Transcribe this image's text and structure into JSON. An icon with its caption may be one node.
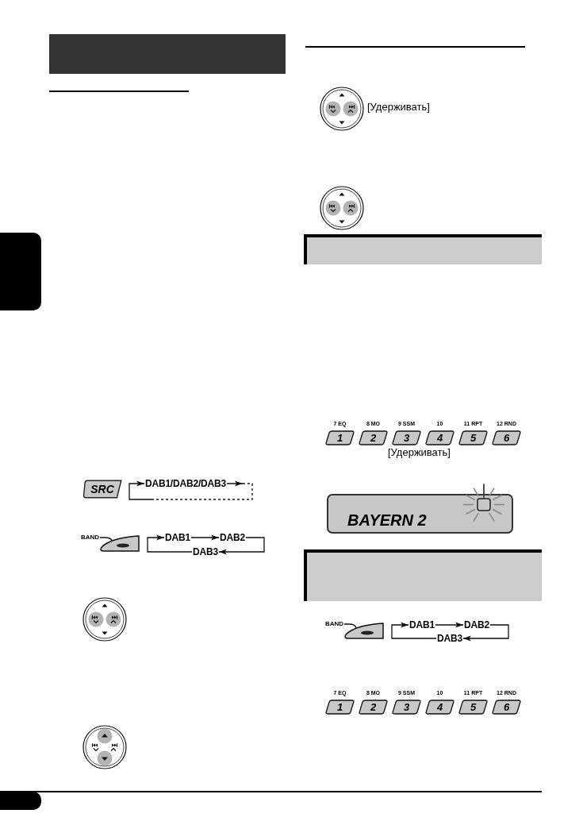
{
  "diagram": {
    "nodes": [
      {
        "text": [],
        "shape": "band"
      },
      {
        "text": [],
        "shape": "tab"
      },
      {
        "text": [
          "SRC"
        ]
      },
      {
        "text": [
          "DAB1/DAB2/DAB3"
        ]
      },
      {
        "text": [
          "BAND"
        ]
      },
      {
        "text": [],
        "shape": "button"
      },
      {
        "text": [
          "DAB1"
        ]
      },
      {
        "text": [
          "DAB2"
        ]
      },
      {
        "text": [
          "DAB3"
        ]
      },
      {
        "text": [],
        "shape": "band"
      },
      {
        "text": [
          "1"
        ],
        "beside": [
          "7 EQ"
        ]
      },
      {
        "text": [
          "2"
        ],
        "beside": [
          "8 MO"
        ]
      },
      {
        "text": [
          "3"
        ],
        "beside": [
          "9 SSM"
        ]
      },
      {
        "text": [
          "4"
        ],
        "beside": [
          "10"
        ]
      },
      {
        "text": [
          "5"
        ],
        "beside": [
          "11 RPT"
        ]
      },
      {
        "text": [
          "6"
        ],
        "beside": [
          "12 RND"
        ]
      },
      {
        "text": [
          "BAYERN 2"
        ]
      },
      {
        "text": [],
        "shape": "band"
      },
      {
        "text": [
          "BAND"
        ]
      },
      {
        "text": [],
        "shape": "button"
      },
      {
        "text": [
          "DAB1"
        ]
      },
      {
        "text": [
          "DAB2"
        ]
      },
      {
        "text": [
          "DAB3"
        ]
      },
      {
        "text": [
          "1"
        ],
        "beside": [
          "7 EQ"
        ]
      },
      {
        "text": [
          "2"
        ],
        "beside": [
          "8 MO"
        ]
      },
      {
        "text": [
          "3"
        ],
        "beside": [
          "9 SSM"
        ]
      },
      {
        "text": [
          "4"
        ],
        "beside": [
          "10"
        ]
      },
      {
        "text": [
          "5"
        ],
        "beside": [
          "11 RPT"
        ]
      },
      {
        "text": [
          "6"
        ],
        "beside": [
          "12 RND"
        ]
      },
      {
        "text": [],
        "shape": "tab"
      }
    ],
    "edges": [
      {
        "from": 3,
        "to": 3,
        "arrow": "to",
        "style": "dashed"
      },
      {
        "from": 4,
        "to": 5,
        "arrow": "none"
      },
      {
        "from": 6,
        "to": 7,
        "arrow": "to"
      },
      {
        "from": 7,
        "to": 8,
        "arrow": "to"
      },
      {
        "from": 8,
        "to": 6,
        "arrow": "to"
      },
      {
        "from": 18,
        "to": 19,
        "arrow": "none"
      },
      {
        "from": 20,
        "to": 21,
        "arrow": "to"
      },
      {
        "from": 21,
        "to": 22,
        "arrow": "to"
      },
      {
        "from": 22,
        "to": 20,
        "arrow": "to"
      }
    ],
    "labels": [
      "[Удерживать]",
      "[Удерживать]"
    ]
  }
}
